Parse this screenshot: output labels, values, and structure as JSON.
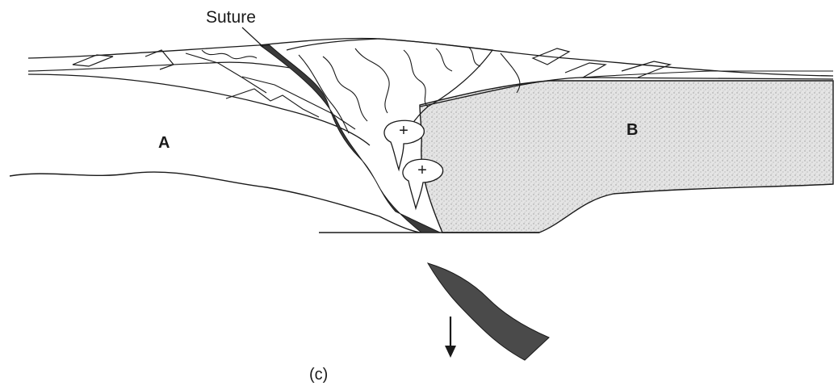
{
  "diagram": {
    "labels": {
      "suture": "Suture",
      "plate_a": "A",
      "plate_b": "B",
      "pluton_upper": "+",
      "pluton_lower": "+",
      "panel": "(c)"
    },
    "colors": {
      "ink": "#1a1a1a",
      "suture_zone": "#3a3a3a",
      "plate_b_fill": "#d9d9d9",
      "slab": "#4a4a4a",
      "background": "#ffffff"
    }
  }
}
